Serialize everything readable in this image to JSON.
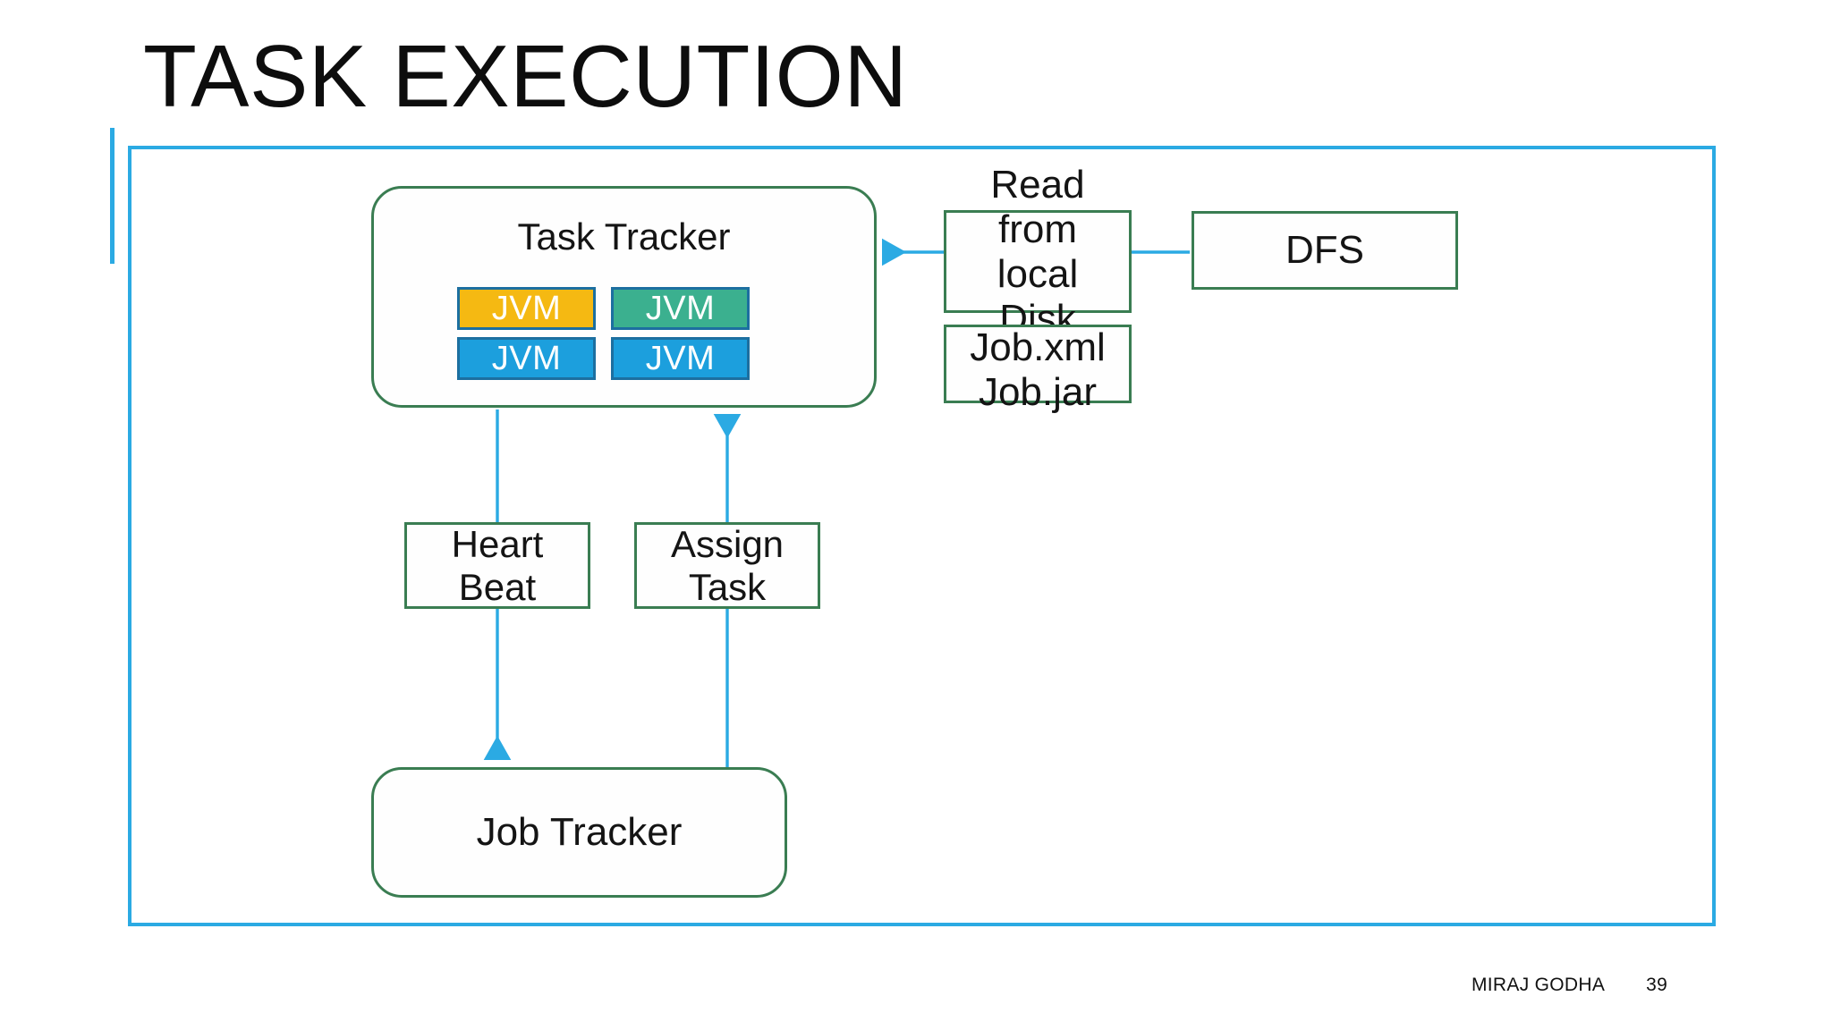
{
  "slide": {
    "title": "TASK EXECUTION",
    "accent_color": "#2BAAE3",
    "frame_color": "#2BAAE3",
    "box_border_color": "#3A7D52",
    "arrow_color": "#2BAAE3"
  },
  "diagram": {
    "task_tracker": {
      "label": "Task Tracker",
      "jvms": [
        {
          "label": "JVM",
          "fill": "#F5B912"
        },
        {
          "label": "JVM",
          "fill": "#3BB08F"
        },
        {
          "label": "JVM",
          "fill": "#1C9FDD"
        },
        {
          "label": "JVM",
          "fill": "#1C9FDD"
        }
      ]
    },
    "read_local": {
      "label": "Read\nfrom\nlocal\nDisk"
    },
    "job_files": {
      "label": "Job.xml\nJob.jar"
    },
    "dfs": {
      "label": "DFS"
    },
    "heart_beat": {
      "label": "Heart\nBeat"
    },
    "assign_task": {
      "label": "Assign\nTask"
    },
    "job_tracker": {
      "label": "Job Tracker"
    }
  },
  "footer": {
    "author": "MIRAJ GODHA",
    "page_number": "39"
  }
}
